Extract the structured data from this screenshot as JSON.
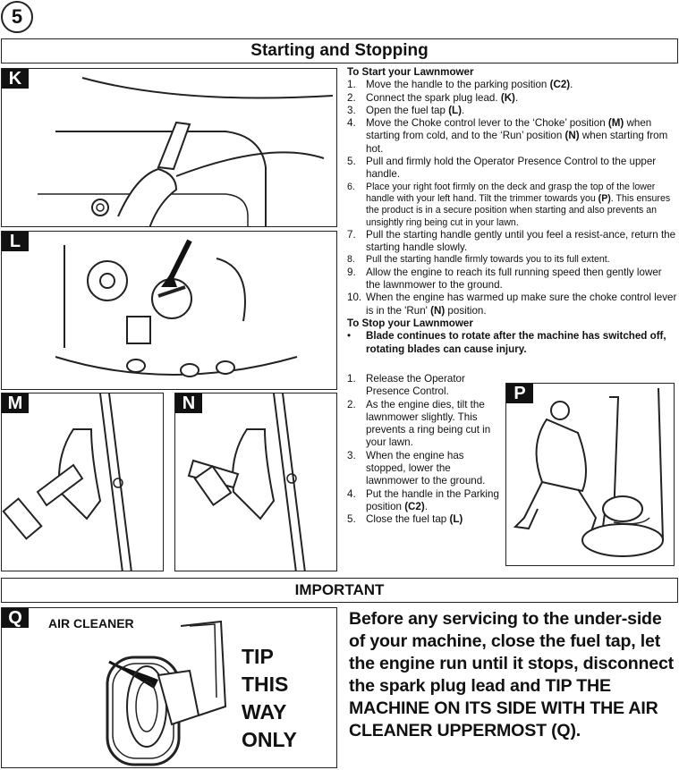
{
  "page_number": "5",
  "section_title": "Starting and Stopping",
  "figure_labels": [
    "K",
    "L",
    "M",
    "N",
    "P",
    "Q"
  ],
  "start": {
    "heading": "To Start your Lawnmower",
    "steps": [
      {
        "n": "1.",
        "text": "Move the handle to the parking position ",
        "bold": "(C2)",
        "after": "."
      },
      {
        "n": "2.",
        "text": "Connect the spark plug lead. ",
        "bold": "(K)",
        "after": "."
      },
      {
        "n": "3.",
        "text": "Open the fuel tap ",
        "bold": "(L)",
        "after": "."
      },
      {
        "n": "4.",
        "text": "Move the Choke control lever to the ‘Choke’ position ",
        "bold": "(M)",
        "after": " when starting from cold, and to the ‘Run’ position ",
        "bold2": "(N)",
        "after2": " when starting from hot."
      },
      {
        "n": "5.",
        "text": "Pull and firmly hold the Operator Presence Control to the upper handle."
      },
      {
        "n": "6.",
        "text": "Place your right foot firmly on the deck and grasp the top of the lower handle with your left hand.  Tilt the trimmer towards you ",
        "bold": "(P)",
        "after": ".  This ensures the product is in a secure position when starting and also prevents an unsightly ring being cut in your lawn.",
        "small": true
      },
      {
        "n": "7.",
        "text": "Pull the starting handle gently until you feel a resist-ance, return the starting handle slowly."
      },
      {
        "n": "8.",
        "text": "Pull the starting handle firmly towards you to its full extent.",
        "small": true
      },
      {
        "n": "9.",
        "text": "Allow the engine to reach its full running speed then gently lower the lawnmower to the ground."
      },
      {
        "n": "10.",
        "text": "When the engine has warmed up make sure the choke control lever is in the 'Run' ",
        "bold": "(N)",
        "after": " position."
      }
    ]
  },
  "stop": {
    "heading": "To Stop your Lawnmower",
    "warning_bullet": "•",
    "warning": "Blade continues to rotate after the machine has switched off, rotating blades can cause injury.",
    "steps": [
      {
        "n": "1.",
        "text": "Release the Operator Presence Control."
      },
      {
        "n": "2.",
        "text": "As the engine dies, tilt the lawnmower slightly. This prevents a ring being cut in your lawn."
      },
      {
        "n": "3.",
        "text": "When the engine has stopped, lower the lawnmower to the ground."
      },
      {
        "n": "4.",
        "text": "Put the handle in the Parking position ",
        "bold": "(C2)",
        "after": "."
      },
      {
        "n": "5.",
        "text": "Close the fuel tap ",
        "bold": "(L)",
        "after": ""
      }
    ]
  },
  "important_title": "IMPORTANT",
  "air_cleaner_label": "AIR CLEANER",
  "tip_lines": [
    "TIP",
    "THIS",
    "WAY",
    "ONLY"
  ],
  "warning_text_1": "Before any servicing to the under-side of your machine, close the fuel tap, let the engine run until it stops, disconnect the spark plug lead and ",
  "warning_text_2": "TIP THE MACHINE ON ITS SIDE WITH THE AIR CLEANER UPPERMOST (Q)."
}
